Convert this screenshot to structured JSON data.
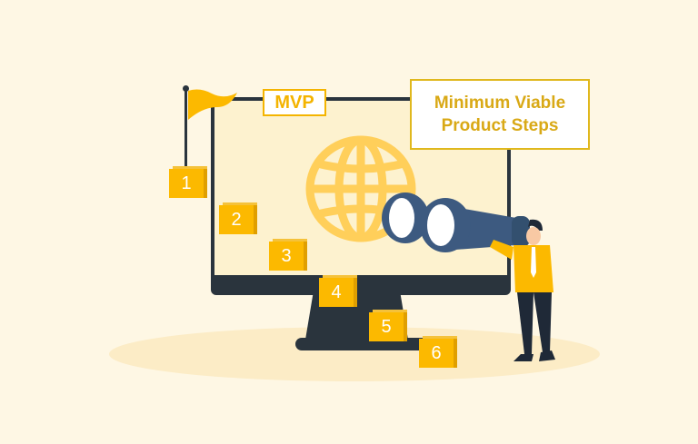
{
  "illustration": {
    "mvp_label": "MVP",
    "title_line1": "Minimum Viable",
    "title_line2": "Product Steps",
    "steps": [
      "1",
      "2",
      "3",
      "4",
      "5",
      "6"
    ],
    "colors": {
      "background": "#fef7e4",
      "accent": "#fcb900",
      "monitor": "#2a343d",
      "binoculars": "#3d5a80"
    }
  }
}
